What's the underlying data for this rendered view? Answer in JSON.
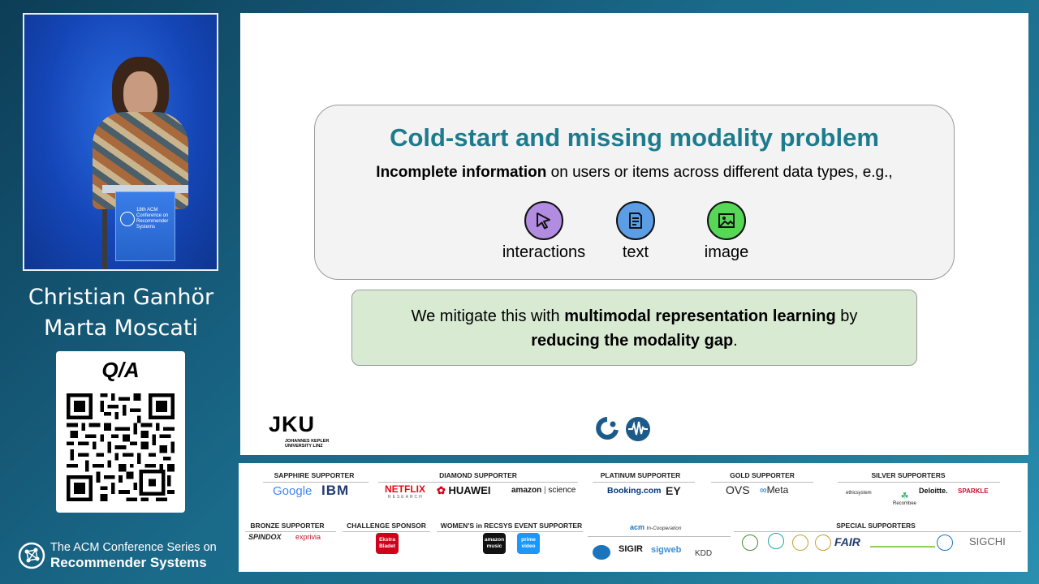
{
  "speaker": {
    "names": [
      "Christian Ganhör",
      "Marta Moscati"
    ],
    "podium_text": "18th ACM Conference on Recommender Systems"
  },
  "qa": {
    "title": "Q/A"
  },
  "acm": {
    "line1": "The ACM Conference Series on",
    "line2": "Recommender Systems"
  },
  "slide": {
    "title": "Cold-start and missing modality problem",
    "desc_bold": "Incomplete information",
    "desc_rest": " on users or items across different data types, e.g.,",
    "modalities": [
      {
        "label": "interactions",
        "icon": "cursor-icon",
        "color": "#b28ce0"
      },
      {
        "label": "text",
        "icon": "document-icon",
        "color": "#5b9ee6"
      },
      {
        "label": "image",
        "icon": "image-icon",
        "color": "#56d856"
      }
    ],
    "solution": {
      "part1": "We mitigate this with ",
      "bold1": "multimodal representation learning",
      "part2": " by",
      "bold2": "reducing the modality gap",
      "part3": "."
    },
    "jku": {
      "mark": "JKU",
      "sub1": "JOHANNES KEPLER",
      "sub2": "UNIVERSITY LINZ"
    },
    "colors": {
      "title": "#1e7b8e",
      "problem_bg": "#f3f3f3",
      "solution_bg": "#d9ead3"
    }
  },
  "sponsors": {
    "sapphire": {
      "title": "SAPPHIRE SUPPORTER",
      "logos": [
        "Google",
        "IBM"
      ]
    },
    "diamond": {
      "title": "DIAMOND SUPPORTER",
      "logos": [
        "NETFLIX",
        "RESEARCH",
        "HUAWEI",
        "amazon",
        "science"
      ]
    },
    "platinum": {
      "title": "PLATINUM SUPPORTER",
      "logos": [
        "Booking.com",
        "EY"
      ]
    },
    "gold": {
      "title": "GOLD SUPPORTER",
      "logos": [
        "OVS",
        "Meta"
      ]
    },
    "silver": {
      "title": "SILVER SUPPORTERS",
      "logos": [
        "ethicsystem",
        "Recombee",
        "Deloitte.",
        "SPARKLE"
      ]
    },
    "bronze": {
      "title": "BRONZE SUPPORTER",
      "logos": [
        "SPINDOX",
        "exprivia"
      ]
    },
    "challenge": {
      "title": "CHALLENGE SPONSOR",
      "logos": [
        "Ekstra Bladet"
      ]
    },
    "womens": {
      "title": "WOMEN'S in RECSYS EVENT SUPPORTER",
      "logos": [
        "amazon music",
        "prime video"
      ]
    },
    "incooperation": {
      "logos": [
        "acm",
        "In-Cooperation",
        "SIGIR",
        "sigweb",
        "KDD"
      ]
    },
    "special": {
      "title": "SPECIAL SUPPORTERS",
      "logos": [
        "FAIR",
        "SIGCHI"
      ]
    }
  }
}
